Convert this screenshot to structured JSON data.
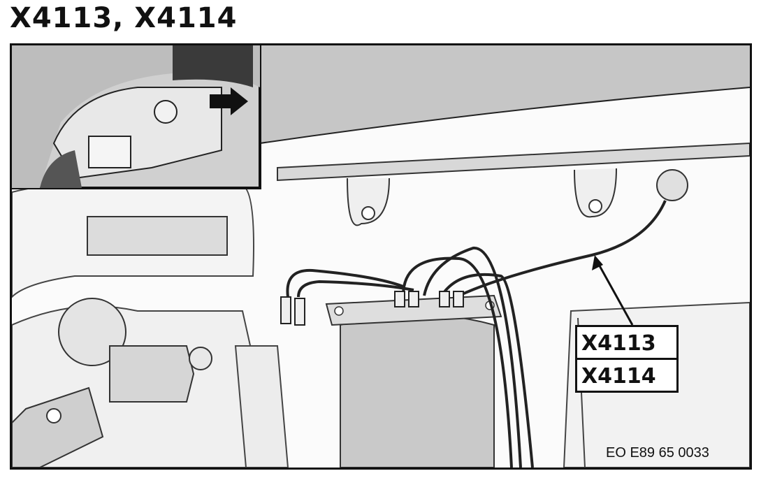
{
  "title": "X4113, X4114",
  "callout": {
    "labels": [
      "X4113",
      "X4114"
    ]
  },
  "reference_code": "EO E89 65 0033",
  "inset": {
    "arrow_icon": "right-arrow-icon"
  },
  "colors": {
    "line": "#111111",
    "panel_fill": "#e6e6e6",
    "module_fill": "#c8c8c8",
    "trim_fill": "#bdbdbd"
  }
}
